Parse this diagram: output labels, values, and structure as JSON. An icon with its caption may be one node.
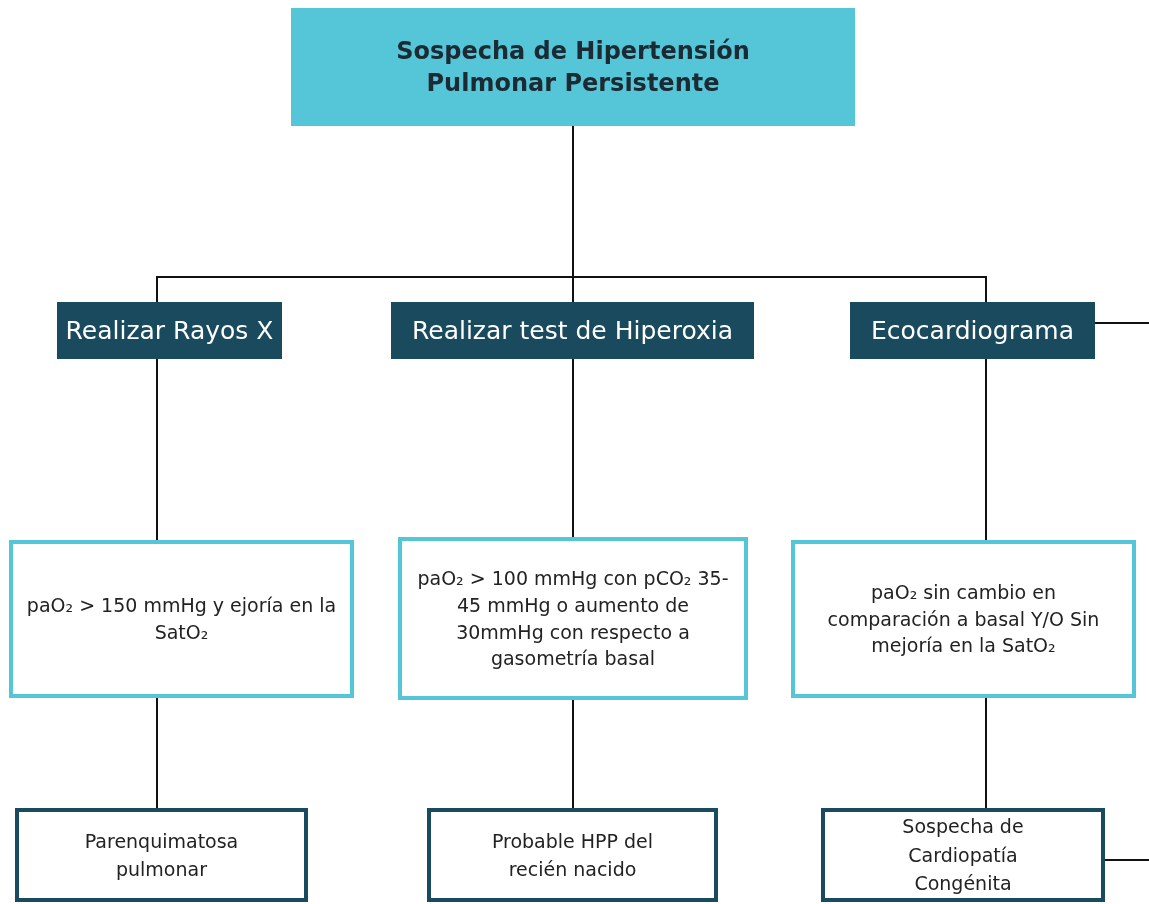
{
  "diagram": {
    "nodes": [
      {
        "text": [
          "Sospecha de Hipertensión Pulmonar Persistente"
        ]
      },
      {
        "text": [
          "Realizar Rayos X"
        ]
      },
      {
        "text": [
          "Realizar test de Hiperoxia"
        ]
      },
      {
        "text": [
          "Ecocardiograma"
        ]
      },
      {
        "text": [
          "paO₂ > 150 mmHg y ejoría en la SatO₂"
        ]
      },
      {
        "text": [
          "paO₂ > 100 mmHg con pCO₂ 35-45 mmHg o aumento de 30mmHg con respecto a gasometría basal"
        ]
      },
      {
        "text": [
          "paO₂ sin cambio en comparación a basal Y/O Sin mejoría en la SatO₂"
        ]
      },
      {
        "text": [
          "Parenquimatosa pulmonar"
        ]
      },
      {
        "text": [
          "Probable HPP del recién nacido"
        ]
      },
      {
        "text": [
          "Sospecha de Cardiopatía Congénita"
        ]
      }
    ],
    "edges": [
      {
        "from": 0,
        "to": 1,
        "arrow": "none"
      },
      {
        "from": 0,
        "to": 2,
        "arrow": "none"
      },
      {
        "from": 0,
        "to": 3,
        "arrow": "none"
      },
      {
        "from": 1,
        "to": 4,
        "arrow": "none"
      },
      {
        "from": 2,
        "to": 5,
        "arrow": "none"
      },
      {
        "from": 3,
        "to": 6,
        "arrow": "none"
      },
      {
        "from": 4,
        "to": 7,
        "arrow": "none"
      },
      {
        "from": 5,
        "to": 8,
        "arrow": "none"
      },
      {
        "from": 6,
        "to": 9,
        "arrow": "none"
      },
      {
        "from": 3,
        "to": null,
        "arrow": "none"
      },
      {
        "from": 9,
        "to": null,
        "arrow": "none"
      }
    ]
  }
}
